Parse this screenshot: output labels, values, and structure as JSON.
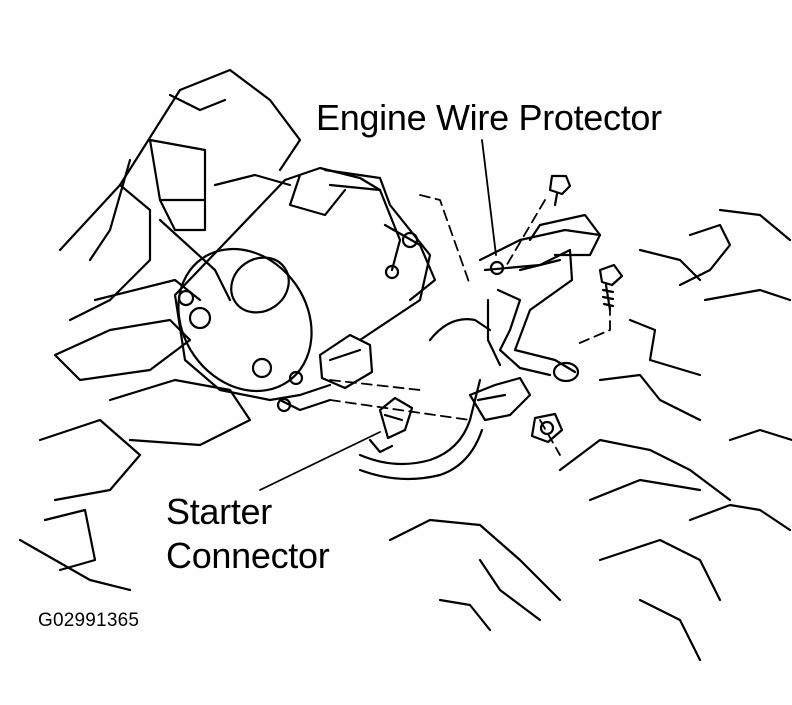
{
  "labels": {
    "engine_wire_protector": "Engine Wire Protector",
    "starter_line1": "Starter",
    "starter_line2": "Connector"
  },
  "figure_code": "G02991365",
  "colors": {
    "ink": "#000000",
    "paper": "#ffffff"
  }
}
